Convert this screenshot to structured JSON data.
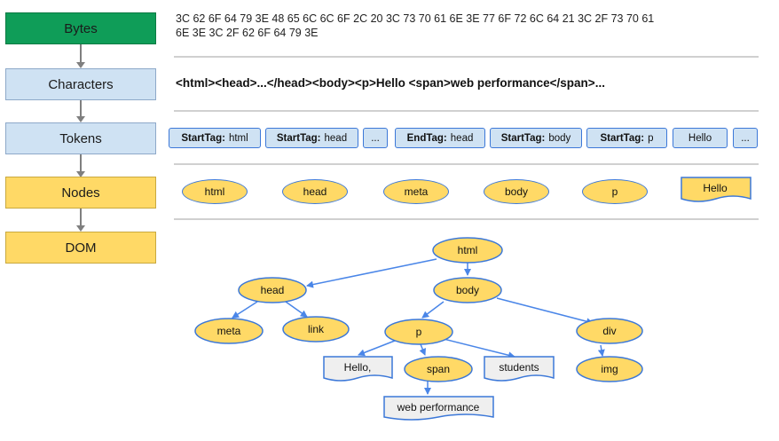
{
  "stages": {
    "bytes": "Bytes",
    "characters": "Characters",
    "tokens": "Tokens",
    "nodes": "Nodes",
    "dom": "DOM"
  },
  "bytes_line1": "3C 62 6F 64 79 3E 48 65 6C 6C 6F 2C 20 3C 73 70 61 6E 3E 77 6F 72 6C 64 21 3C 2F 73 70 61",
  "bytes_line2": "6E 3E 3C 2F 62 6F 64 79 3E",
  "characters_text": "<html><head>...</head><body><p>Hello <span>web performance</span>...",
  "tokens": [
    {
      "kind": "StartTag:",
      "name": "html"
    },
    {
      "kind": "StartTag:",
      "name": "head"
    },
    {
      "kind": "",
      "name": "..."
    },
    {
      "kind": "EndTag:",
      "name": "head"
    },
    {
      "kind": "StartTag:",
      "name": "body"
    },
    {
      "kind": "StartTag:",
      "name": "p"
    },
    {
      "kind": "",
      "name": "Hello"
    },
    {
      "kind": "",
      "name": "..."
    }
  ],
  "nodes": [
    "html",
    "head",
    "meta",
    "body",
    "p",
    "Hello"
  ],
  "dom_tree": {
    "html": "html",
    "head": "head",
    "body": "body",
    "meta": "meta",
    "link": "link",
    "p": "p",
    "div": "div",
    "hello_text": "Hello,",
    "span": "span",
    "students_text": "students",
    "img": "img",
    "web_performance_text": "web performance"
  },
  "colors": {
    "bytes_fill": "#0f9d58",
    "stage_blue": "#cfe2f3",
    "stage_yellow": "#ffd966",
    "edge_blue": "#4a86e8",
    "text_node_fill": "#efefef"
  }
}
